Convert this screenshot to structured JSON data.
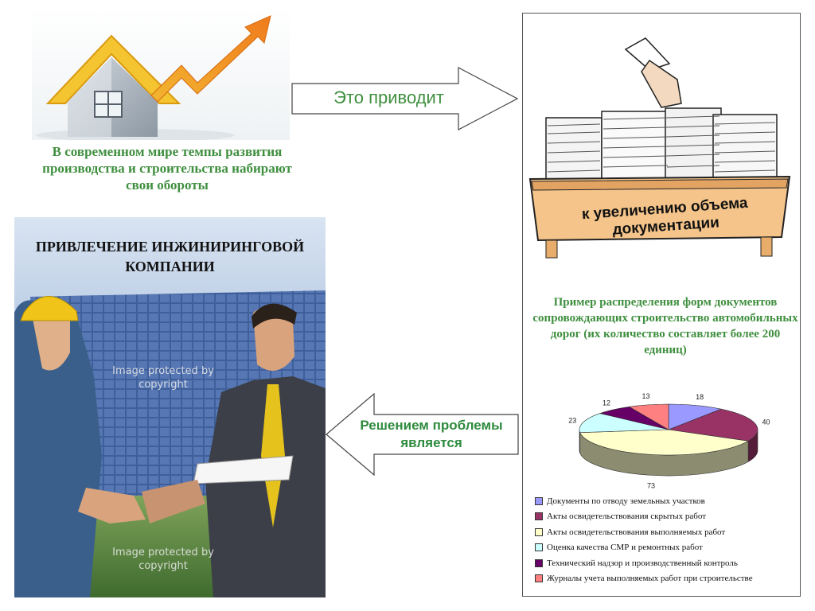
{
  "left": {
    "caption": "В современном мире темпы развития производства и строительства набирают свои обороты",
    "photo_title": "ПРИВЛЕЧЕНИЕ ИНЖИНИРИНГОВОЙ КОМПАНИИ",
    "watermark_top": "Image protected by copyright",
    "watermark_bottom": "Image protected by copyright"
  },
  "arrows": {
    "right_label": "Это приводит",
    "left_label": "Решением проблемы является"
  },
  "right": {
    "desk_text": "к увеличению объема документации",
    "chart_caption": "Пример распределения форм документов сопровождающих строительство автомобильных дорог (их количество составляет более 200 единиц)"
  },
  "chart_data": {
    "type": "pie",
    "title": "",
    "categories": [
      "Документы по отводу земельных участков",
      "Акты освидетельствования скрытых работ",
      "Акты освидетельствования выполняемых работ",
      "Оценка качества СМР и ремонтных работ",
      "Технический надзор и производственный контроль",
      "Журналы учета выполняемых работ при строительстве"
    ],
    "values": [
      18,
      40,
      73,
      23,
      12,
      13
    ],
    "colors": [
      "#9999ff",
      "#993366",
      "#ffffcc",
      "#ccffff",
      "#660066",
      "#ff8080"
    ],
    "legend_placement": "bottom"
  }
}
